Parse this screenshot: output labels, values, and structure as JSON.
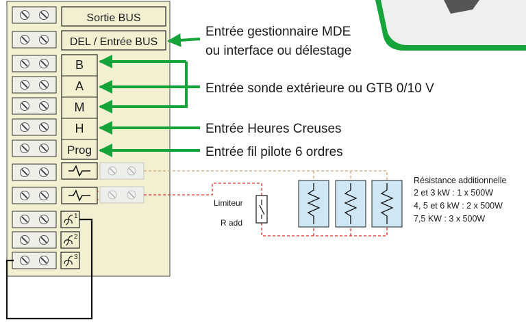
{
  "terminal_block": {
    "labels": [
      "Sortie BUS",
      "DEL / Entrée BUS",
      "B",
      "A",
      "M",
      "H",
      "Prog"
    ],
    "fan_indices": [
      "1",
      "2",
      "3"
    ]
  },
  "callouts": {
    "mde_line1": "Entrée gestionnaire MDE",
    "mde_line2": "ou interface ou délestage",
    "sonde": "Entrée sonde extérieure ou GTB  0/10 V",
    "heures_creuses": "Entrée Heures Creuses",
    "fil_pilote": "Entrée fil pilote 6 ordres"
  },
  "limiter": {
    "label": "Limiteur",
    "radd_label": "R add"
  },
  "resistance_info": {
    "title": "Résistance additionnelle",
    "lines": [
      "2 et 3 kW : 1 x 500W",
      "4, 5 et 6 kW : 2 x 500W",
      "7,5 KW : 3 x 500W"
    ]
  },
  "colors": {
    "panel": "#f3f0d2",
    "arrow_green": "#16a33a",
    "wire_red": "#e0302a",
    "wire_orange": "#d9a070",
    "resistor_fill": "#cfe6f5"
  },
  "icons": [
    "screw-terminal-icon",
    "heating-element-icon",
    "fan-icon",
    "limiter-switch-icon",
    "resistor-icon"
  ]
}
